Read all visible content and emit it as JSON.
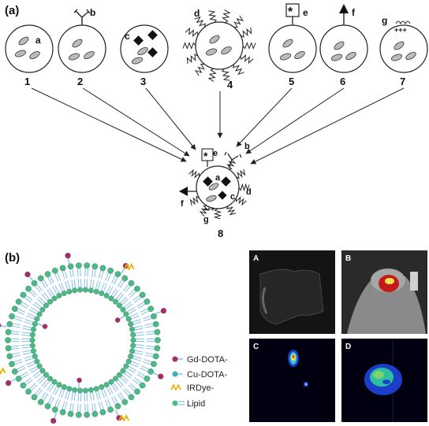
{
  "panel_a": {
    "label": "(a)",
    "liposomes": [
      {
        "number": "1",
        "letter": "a"
      },
      {
        "number": "2",
        "letter": "b"
      },
      {
        "number": "3",
        "letter": "c"
      },
      {
        "number": "4",
        "letter": "d"
      },
      {
        "number": "5",
        "letter": "e"
      },
      {
        "number": "6",
        "letter": "f"
      },
      {
        "number": "7",
        "letter": "g"
      }
    ],
    "combined": {
      "number": "8",
      "letters": [
        "e",
        "b",
        "a",
        "c",
        "d",
        "f",
        "g"
      ]
    }
  },
  "panel_b": {
    "label": "(b)",
    "legend": [
      {
        "text": "Gd-DOTA-",
        "color": "#a0306a"
      },
      {
        "text": "Cu-DOTA-",
        "color": "#3fb0b0"
      },
      {
        "text": "IRDye-",
        "color": "#e8b000"
      },
      {
        "text": "Lipid",
        "color": "#5aa0d8"
      }
    ],
    "images": [
      {
        "label": "A"
      },
      {
        "label": "B"
      },
      {
        "label": "C"
      },
      {
        "label": "D"
      }
    ]
  },
  "colors": {
    "head_green": "#4fb887",
    "tail_blue": "#8fc4ea",
    "gd": "#a0306a",
    "ir": "#e8b000",
    "cu": "#3fb0b0"
  }
}
